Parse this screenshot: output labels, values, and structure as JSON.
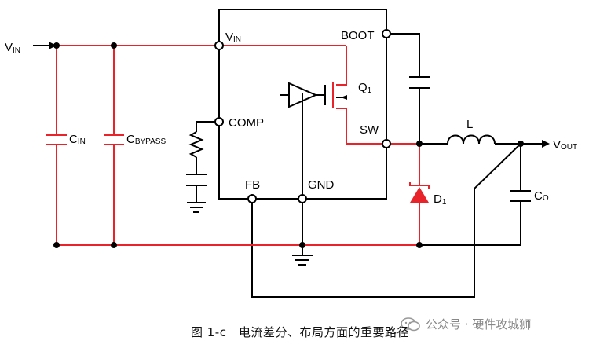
{
  "labels": {
    "vin": "V",
    "vin_sub": "IN",
    "ic_vin": "V",
    "ic_vin_sub": "IN",
    "boot": "BOOT",
    "q1": "Q",
    "q1_sub": "1",
    "comp": "COMP",
    "sw": "SW",
    "fb": "FB",
    "gnd": "GND",
    "cin": "C",
    "cin_sub": "IN",
    "cbypass": "C",
    "cbypass_sub": "BYPASS",
    "inductor": "L",
    "vout": "V",
    "vout_sub": "OUT",
    "d1": "D",
    "d1_sub": "1",
    "co": "C",
    "co_sub": "O"
  },
  "caption": "图 1-c　电流差分、布局方面的重要路径",
  "watermark": "公众号 · 硬件攻城狮",
  "colors": {
    "critical_path": "#e8232a",
    "normal_path": "#000000"
  }
}
